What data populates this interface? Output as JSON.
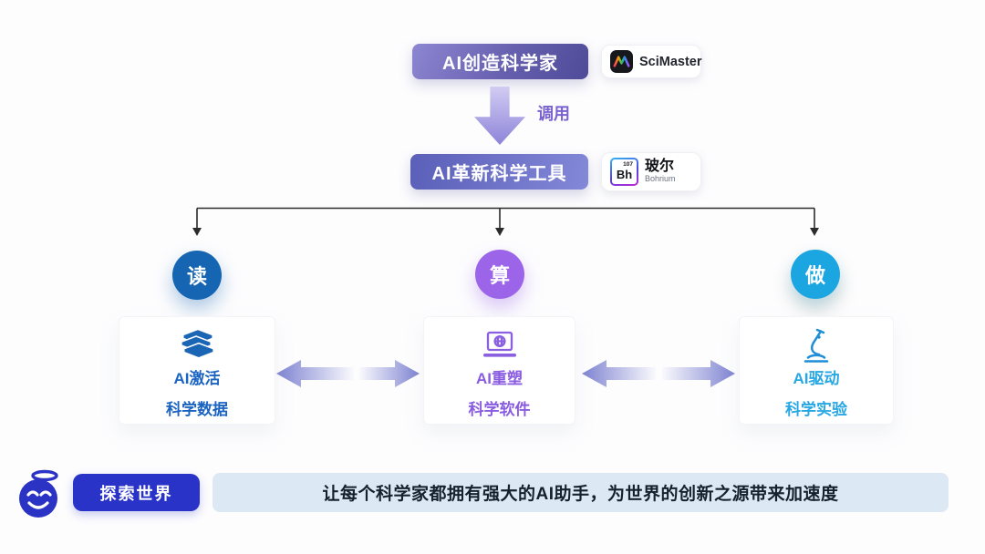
{
  "flow": {
    "top_node": "AI创造科学家",
    "scimaster_label": "SciMaster",
    "call_label": "调用",
    "tool_node": "AI革新科学工具",
    "bohrium_symbol": "Bh",
    "bohrium_number": "107",
    "bohrium_name_cn": "玻尔",
    "bohrium_name_en": "Bohrium"
  },
  "branches": [
    {
      "circle_label": "读",
      "icon": "books-icon",
      "line1": "AI激活",
      "line2": "科学数据",
      "circle_color": "#1565b3",
      "text_color": "#1c64c2"
    },
    {
      "circle_label": "算",
      "icon": "laptop-globe-icon",
      "line1": "AI重塑",
      "line2": "科学软件",
      "circle_color": "#9c64e9",
      "text_color": "#8a5ce0"
    },
    {
      "circle_label": "做",
      "icon": "microscope-icon",
      "line1": "AI驱动",
      "line2": "科学实验",
      "circle_color": "#1ba6e2",
      "text_color": "#27a7e3"
    }
  ],
  "footer": {
    "mascot_icon": "angel-smiley-icon",
    "explore_button": "探索世界",
    "banner": "让每个科学家都拥有强大的AI助手，为世界的创新之源带来加速度"
  },
  "colors": {
    "top_node_gradient": [
      "#8d87d2",
      "#4f4b99"
    ],
    "tool_node_gradient": [
      "#5a5fb8",
      "#8388d8"
    ],
    "call_arrow": "#8d84d8",
    "call_label": "#7a63d0",
    "connector_line": "#2b2b2b",
    "exchange_arrow": "#7e83d1",
    "explore_button_bg": "#2a33c7",
    "banner_bg": "#dce8f4",
    "banner_text": "#16212e"
  }
}
